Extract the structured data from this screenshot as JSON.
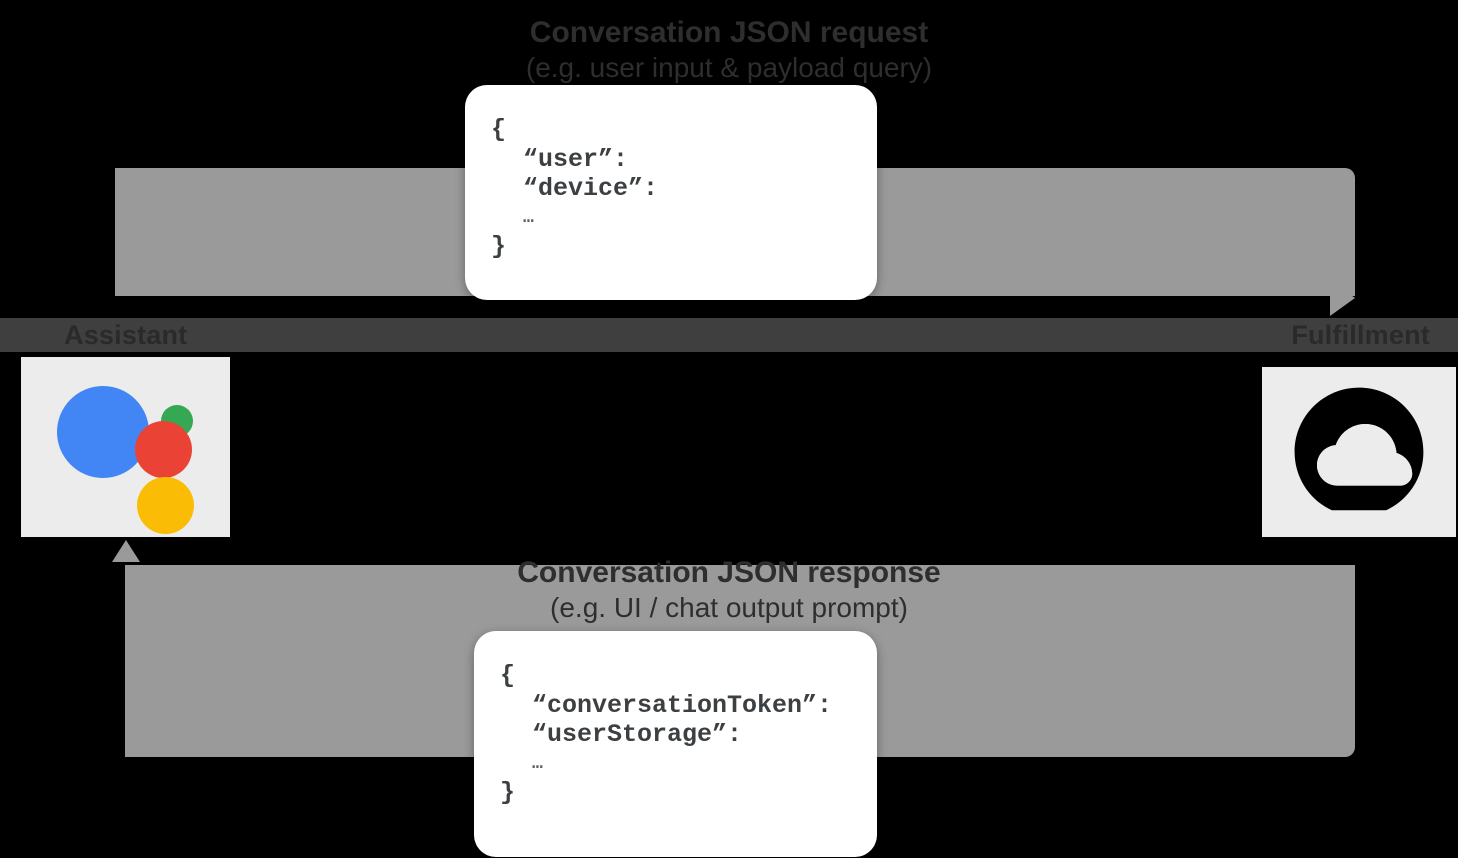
{
  "diagram": {
    "title": "Conversation JSON request / response flow",
    "background_color": "#000000",
    "band_color": "#9a9a9a",
    "center_band_color": "#3f3f3f"
  },
  "captions": {
    "top": {
      "line1": "Conversation JSON request",
      "line2": "(e.g. user input & payload query)"
    },
    "bottom": {
      "line1": "Conversation JSON response",
      "line2": "(e.g. UI / chat output prompt)"
    }
  },
  "lanes": {
    "left_label": "Assistant",
    "right_label": "Fulfillment"
  },
  "nodes": [
    {
      "id": "assistant",
      "label": "Assistant",
      "icon": "google-assistant-icon",
      "tile_color": "#ececec",
      "dots": [
        {
          "name": "blue-dot",
          "color": "#4285F4"
        },
        {
          "name": "green-dot",
          "color": "#34A853"
        },
        {
          "name": "red-dot",
          "color": "#EA4335"
        },
        {
          "name": "yellow-dot",
          "color": "#FBBC05"
        }
      ]
    },
    {
      "id": "fulfillment",
      "label": "Fulfillment",
      "icon": "cloud-functions-icon",
      "tile_color": "#ececec",
      "icon_color": "#000000"
    }
  ],
  "cards": {
    "request": {
      "open_brace": "{",
      "key1": "“user”:",
      "key2": "“device”:",
      "ellipsis": "…",
      "close_brace": "}"
    },
    "response": {
      "open_brace": "{",
      "key1": "“conversationToken”:",
      "key2": "“userStorage”:",
      "ellipsis": "…",
      "close_brace": "}"
    }
  }
}
